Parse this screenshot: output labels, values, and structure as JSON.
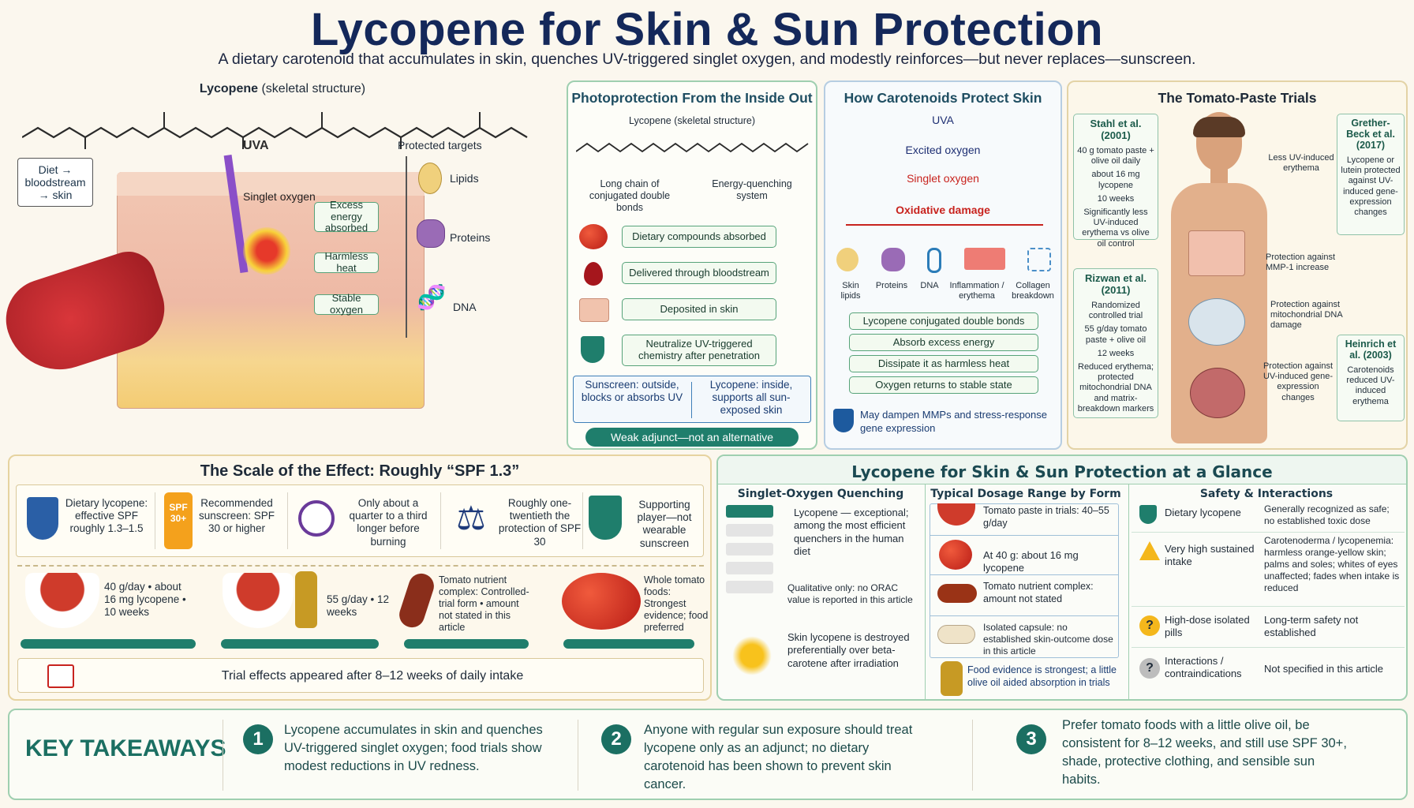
{
  "title": "Lycopene for Skin & Sun Protection",
  "subtitle": "A dietary carotenoid that accumulates in skin, quenches UV-triggered singlet oxygen, and modestly reinforces—but never replaces—sunscreen.",
  "hero": {
    "structure_label": "Lycopene",
    "structure_sub": "(skeletal structure)",
    "diet_label": "Diet → bloodstream → skin",
    "uva": "UVA",
    "singlet": "Singlet oxygen",
    "excess": "Excess energy absorbed",
    "heat": "Harmless heat",
    "stable": "Stable oxygen",
    "targets_title": "Protected targets",
    "targets": [
      "Lipids",
      "Proteins",
      "DNA"
    ]
  },
  "photo": {
    "title": "Photoprotection From the Inside Out",
    "structure": "Lycopene (skeletal structure)",
    "chain": "Long chain of conjugated double bonds",
    "quench": "Energy-quenching system",
    "steps": [
      "Dietary compounds absorbed",
      "Delivered through bloodstream",
      "Deposited in skin",
      "Neutralize UV-triggered chemistry after penetration"
    ],
    "sunscreen": "Sunscreen: outside, blocks or absorbs UV",
    "lycopene": "Lycopene: inside, supports all sun-exposed skin",
    "pill": "Weak adjunct—not an alternative"
  },
  "carot": {
    "title": "How Carotenoids Protect Skin",
    "chain": [
      "UVA",
      "Excited oxygen",
      "Singlet oxygen",
      "Oxidative damage"
    ],
    "targets": [
      "Skin lipids",
      "Proteins",
      "DNA",
      "Inflammation / erythema",
      "Collagen breakdown"
    ],
    "steps": [
      "Lycopene conjugated double bonds",
      "Absorb excess energy",
      "Dissipate it as harmless heat",
      "Oxygen returns to stable state"
    ],
    "note": "May dampen MMPs and stress-response gene expression"
  },
  "trials": {
    "title": "The Tomato-Paste Trials",
    "stahl": {
      "name": "Stahl et al. (2001)",
      "lines": [
        "40 g tomato paste + olive oil daily",
        "about 16 mg lycopene",
        "10 weeks",
        "Significantly less UV-induced erythema vs olive oil control"
      ]
    },
    "rizwan": {
      "name": "Rizwan et al. (2011)",
      "lines": [
        "Randomized controlled trial",
        "55 g/day tomato paste + olive oil",
        "12 weeks",
        "Reduced erythema; protected mitochondrial DNA and matrix-breakdown markers"
      ]
    },
    "grether": {
      "name": "Grether-Beck et al. (2017)",
      "text": "Lycopene or lutein protected against UV-induced gene-expression changes"
    },
    "heinrich": {
      "name": "Heinrich et al. (2003)",
      "text": "Carotenoids reduced UV-induced erythema"
    },
    "callouts": [
      "Less UV-induced erythema",
      "Protection against MMP-1 increase",
      "Protection against mitochondrial DNA damage",
      "Protection against UV-induced gene-expression changes"
    ]
  },
  "scale": {
    "title": "The Scale of the Effect: Roughly “SPF 1.3”",
    "items": [
      "Dietary lycopene: effective SPF roughly 1.3–1.5",
      "Recommended sunscreen: SPF 30 or higher",
      "Only about a quarter to a third longer before burning",
      "Roughly one-twentieth the protection of SPF 30",
      "Supporting player—not wearable sunscreen"
    ],
    "spf_badge": "SPF 30+",
    "forms": [
      "40 g/day • about 16 mg lycopene • 10 weeks",
      "55 g/day • 12 weeks",
      "Tomato nutrient complex: Controlled-trial form • amount not stated in this article",
      "Whole tomato foods: Strongest evidence; food preferred"
    ],
    "footer": "Trial effects appeared after 8–12 weeks of daily intake"
  },
  "glance": {
    "title": "Lycopene for Skin & Sun Protection at a Glance",
    "col1": "Singlet-Oxygen Quenching",
    "col2": "Typical Dosage Range by Form",
    "col3": "Safety & Interactions",
    "q1": "Lycopene — exceptional; among the most efficient quenchers in the human diet",
    "q2": "Qualitative only: no ORAC value is reported in this article",
    "q3": "Skin lycopene is destroyed preferentially over beta-carotene after irradiation",
    "dose": [
      "Tomato paste in trials: 40–55 g/day",
      "At 40 g: about 16 mg lycopene",
      "Tomato nutrient complex: amount not stated",
      "Isolated capsule: no established skin-outcome dose in this article",
      "Food evidence is strongest; a little olive oil aided absorption in trials"
    ],
    "safety": [
      {
        "k": "Dietary lycopene",
        "v": "Generally recognized as safe; no established toxic dose"
      },
      {
        "k": "Very high sustained intake",
        "v": "Carotenoderma / lycopenemia: harmless orange-yellow skin; palms and soles; whites of eyes unaffected; fades when intake is reduced"
      },
      {
        "k": "High-dose isolated pills",
        "v": "Long-term safety not established"
      },
      {
        "k": "Interactions / contraindications",
        "v": "Not specified in this article"
      }
    ]
  },
  "takeaways": {
    "title": "KEY TAKEAWAYS",
    "items": [
      {
        "n": "1",
        "t": "Lycopene accumulates in skin and quenches UV-triggered singlet oxygen; food trials show modest reductions in UV redness."
      },
      {
        "n": "2",
        "t": "Anyone with regular sun exposure should treat lycopene only as an adjunct; no dietary carotenoid has been shown to prevent skin cancer."
      },
      {
        "n": "3",
        "t": "Prefer tomato foods with a little olive oil, be consistent for 8–12 weeks, and still use SPF 30+, shade, protective clothing, and sensible sun habits."
      }
    ]
  }
}
